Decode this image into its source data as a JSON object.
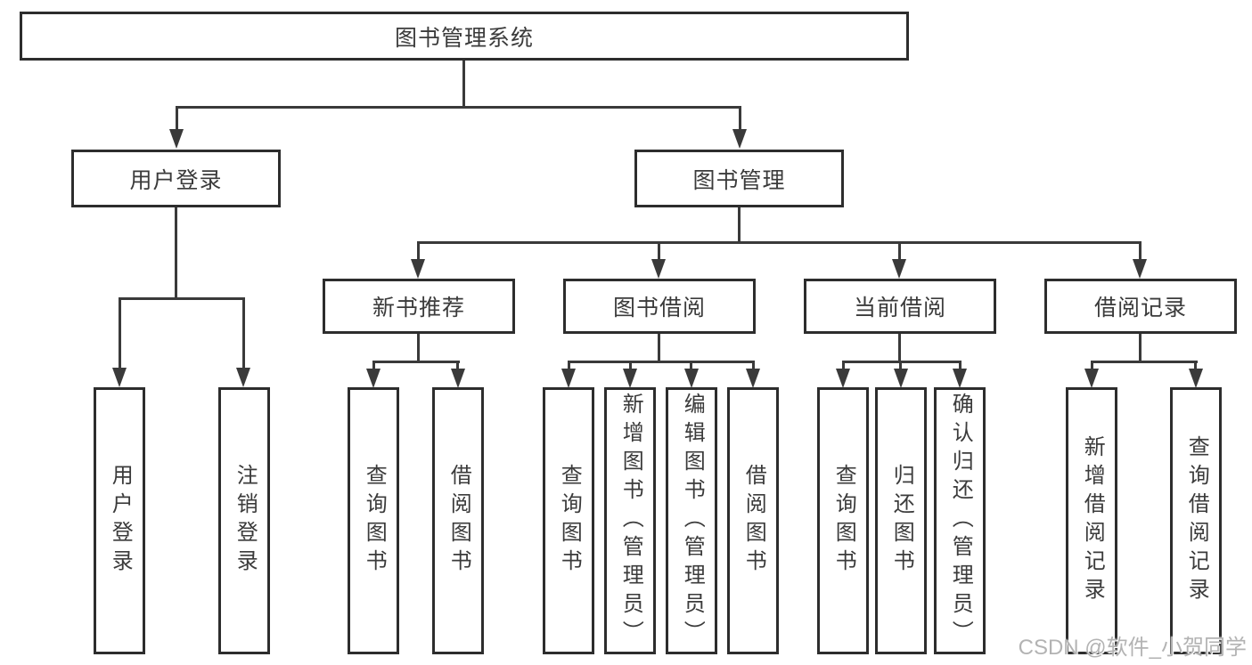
{
  "nodes": {
    "root": {
      "label": "图书管理系统"
    },
    "user_login": {
      "label": "用户登录"
    },
    "book_management": {
      "label": "图书管理"
    },
    "new_book_recommend": {
      "label": "新书推荐"
    },
    "book_borrow": {
      "label": "图书借阅"
    },
    "current_borrow": {
      "label": "当前借阅"
    },
    "borrow_records": {
      "label": "借阅记录"
    },
    "leaf_user_login": {
      "label": "用户登录"
    },
    "leaf_logout": {
      "label": "注销登录"
    },
    "leaf_nb_query": {
      "label": "查询图书"
    },
    "leaf_nb_borrow": {
      "label": "借阅图书"
    },
    "leaf_bb_query": {
      "label": "查询图书"
    },
    "leaf_bb_add": {
      "label": "新增图书（管理员）"
    },
    "leaf_bb_edit": {
      "label": "编辑图书（管理员）"
    },
    "leaf_bb_borrow": {
      "label": "借阅图书"
    },
    "leaf_cb_query": {
      "label": "查询图书"
    },
    "leaf_cb_return": {
      "label": "归还图书"
    },
    "leaf_cb_confirm": {
      "label": "确认归还（管理员）"
    },
    "leaf_br_add": {
      "label": "新增借阅记录"
    },
    "leaf_br_query": {
      "label": "查询借阅记录"
    }
  },
  "hierarchy": {
    "图书管理系统": {
      "用户登录": [
        "用户登录",
        "注销登录"
      ],
      "图书管理": {
        "新书推荐": [
          "查询图书",
          "借阅图书"
        ],
        "图书借阅": [
          "查询图书",
          "新增图书（管理员）",
          "编辑图书（管理员）",
          "借阅图书"
        ],
        "当前借阅": [
          "查询图书",
          "归还图书",
          "确认归还（管理员）"
        ],
        "借阅记录": [
          "新增借阅记录",
          "查询借阅记录"
        ]
      }
    }
  },
  "watermark": {
    "text": "CSDN @软件_小贺同学"
  },
  "colors": {
    "line": "#3a3a3a",
    "border": "#2d2d2d",
    "text": "#3b3b3b",
    "watermark": "#b3b3b3",
    "background": "#ffffff"
  }
}
